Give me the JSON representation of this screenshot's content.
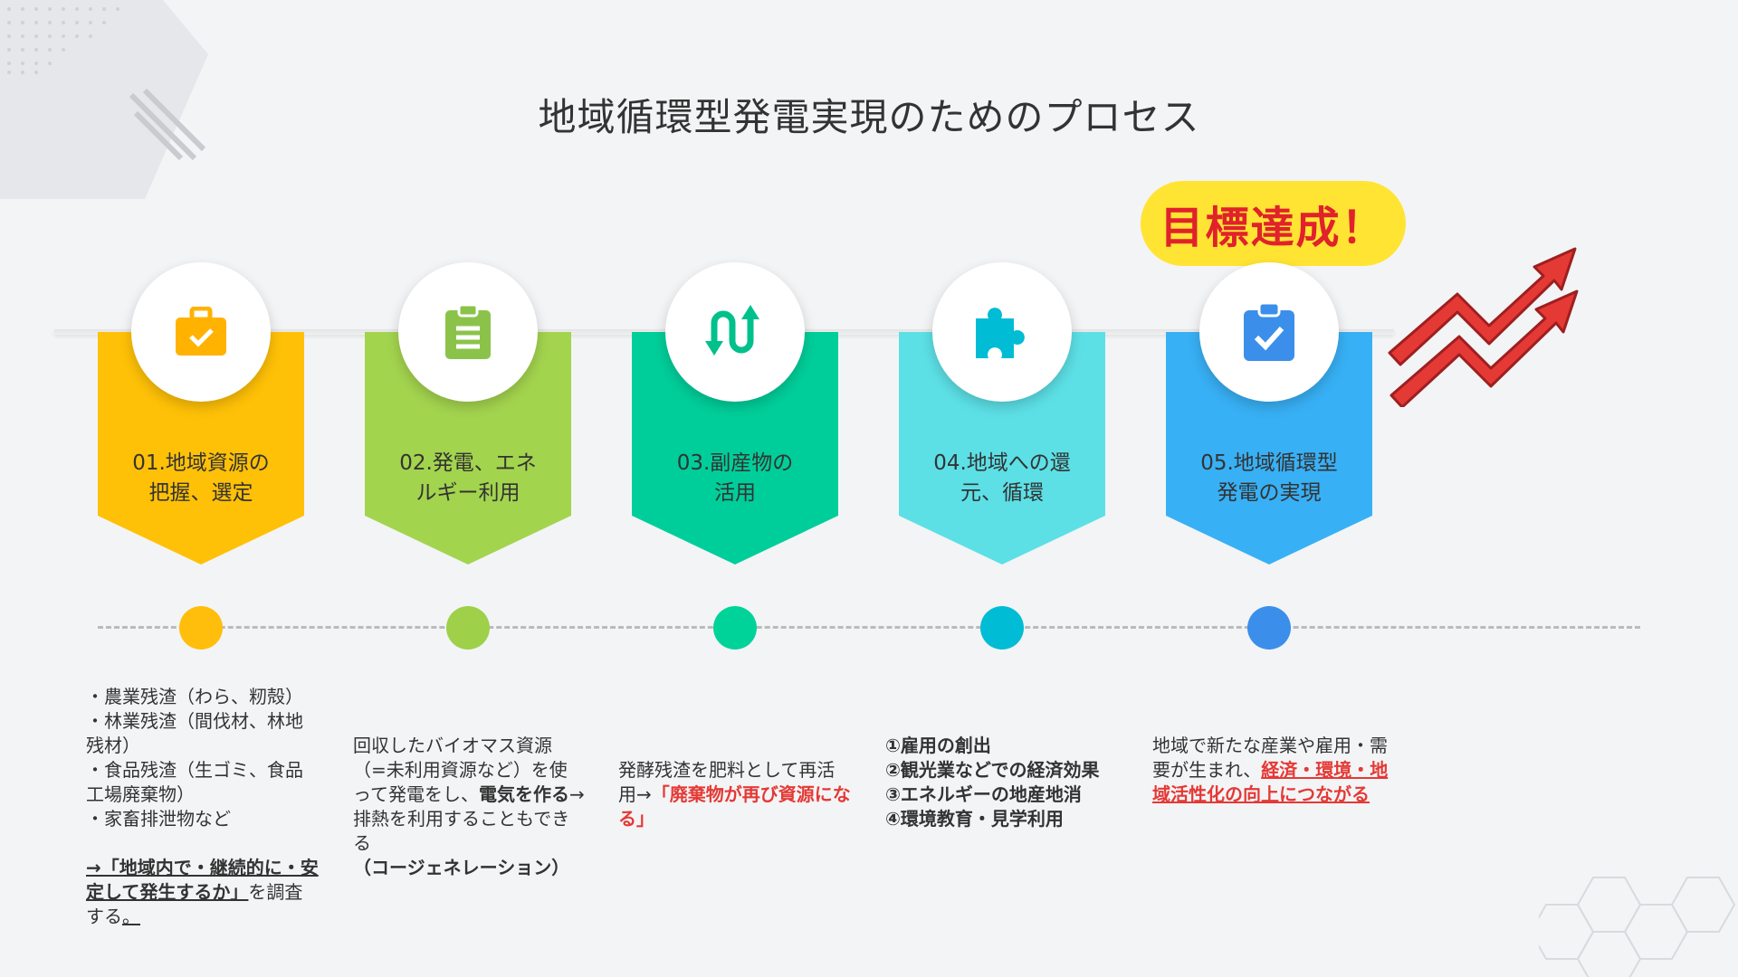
{
  "title": "地域循環型発電実現のためのプロセス",
  "badge": "目標達成！",
  "colors": {
    "step1": "#FFC107",
    "step2": "#A3D44E",
    "step3": "#00CE9A",
    "step4": "#5CE0E6",
    "step5": "#38B0F5",
    "accent_red": "#E53935"
  },
  "steps": [
    {
      "icon": "briefcase-check-icon",
      "line1": "01.地域資源の",
      "line2": "把握、選定"
    },
    {
      "icon": "clipboard-list-icon",
      "line1": "02.発電、エネ",
      "line2": "ルギー利用"
    },
    {
      "icon": "cycle-arrows-icon",
      "line1": "03.副産物の",
      "line2": "活用"
    },
    {
      "icon": "puzzle-icon",
      "line1": "04.地域への還",
      "line2": "元、循環"
    },
    {
      "icon": "clipboard-check-icon",
      "line1": "05.地域循環型",
      "line2": "発電の実現"
    }
  ],
  "details": {
    "s1": {
      "items": [
        "・農業残渣（わら、籾殻）",
        "・林業残渣（間伐材、林地残材）",
        "・食品残渣（生ゴミ、食品工場廃棄物）",
        "・家畜排泄物など"
      ],
      "note_bold": "→「地域内で・継続的に・安定して発生するか」",
      "note_rest": "を調査する",
      "note_end": "。"
    },
    "s2": {
      "a": "回収したバイオマス資源（=未利用資源など）を使って発電をし、",
      "b": "電気を作る",
      "c": "→排熱を利用することもできる",
      "d": "（コージェネレーション）"
    },
    "s3": {
      "a": "発酵残渣を肥料として再活用→",
      "b": "「廃棄物が再び資源になる」"
    },
    "s4": {
      "items": [
        "①雇用の創出",
        "②観光業などでの経済効果",
        "③エネルギーの地産地消",
        "④環境教育・見学利用"
      ]
    },
    "s5": {
      "a": "地域で新たな産業や雇用・需要が生まれ、",
      "b": "経済・環境・地域活性化の向上につながる"
    }
  }
}
